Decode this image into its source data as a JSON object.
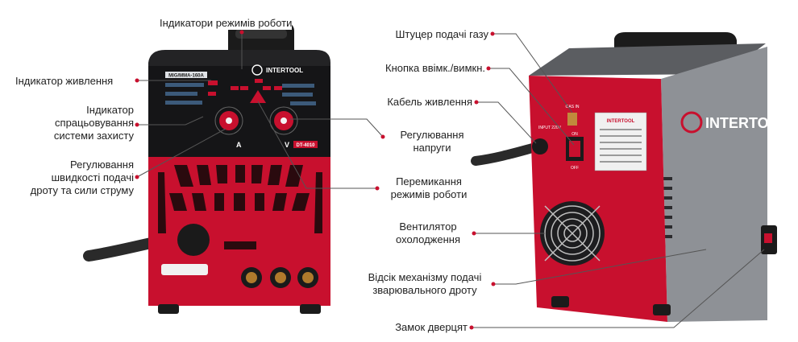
{
  "callouts": {
    "left": [
      {
        "id": "mode-indicators",
        "text": "Індикатори режимів роботи"
      },
      {
        "id": "power-indicator",
        "text": "Індикатор живлення"
      },
      {
        "id": "protection-indicator",
        "lines": [
          "Індикатор",
          "спрацьовування",
          "системи захисту"
        ]
      },
      {
        "id": "wire-speed-current",
        "lines": [
          "Регулювання",
          "швидкості подачі",
          "дроту та сили струму"
        ]
      },
      {
        "id": "voltage-control",
        "lines": [
          "Регулювання",
          "напруги"
        ]
      },
      {
        "id": "mode-switch",
        "lines": [
          "Перемикання",
          "режимів роботи"
        ]
      }
    ],
    "right": [
      {
        "id": "gas-fitting",
        "text": "Штуцер подачі газу"
      },
      {
        "id": "power-button",
        "text": "Кнопка ввімк./вимкн."
      },
      {
        "id": "power-cable",
        "text": "Кабель живлення"
      },
      {
        "id": "cooling-fan",
        "lines": [
          "Вентилятор",
          "охолодження"
        ]
      },
      {
        "id": "wire-feed-bay",
        "lines": [
          "Відсік механізму подачі",
          "зварювального дроту"
        ]
      },
      {
        "id": "door-lock",
        "text": "Замок дверцят"
      }
    ]
  },
  "device": {
    "brand": "INTERTOOL",
    "model": "MIG/MMA-160A",
    "model_code": "DT-4010",
    "knob_left_symbol": "A",
    "knob_right_symbol": "V",
    "gas_label": "GAS IN",
    "input_label": "INPUT 220V",
    "switch_on": "ON",
    "switch_off": "OFF"
  },
  "colors": {
    "red": "#c8102e",
    "dark": "#1d1d1f",
    "gray": "#8e9196",
    "lead": "#555555"
  }
}
